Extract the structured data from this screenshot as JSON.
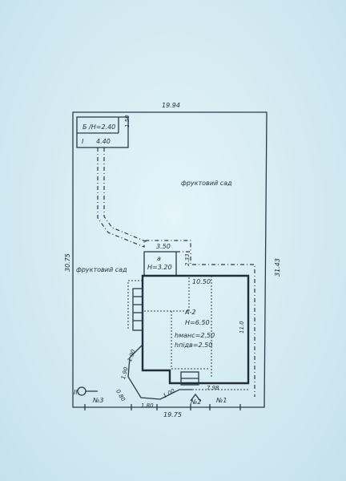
{
  "plan": {
    "dims": {
      "top_width": "19.94",
      "left_height": "30.75",
      "right_height": "31.43",
      "bottom_width": "19.75",
      "shed_b_height": "1.50",
      "shed_b_width": "4.40",
      "entry_width": "3.50",
      "entry_depth": "2.33",
      "house_width": "10.50",
      "house_depth": "11.0",
      "fence_right": "7.98",
      "fence_diag_1": "1.90",
      "fence_diag_2": "1.90",
      "fence_diag_3": "1.80",
      "fence_bottom_1": "1.80",
      "fence_bottom_2": "1.00",
      "gate_small": "0.80"
    },
    "labels": {
      "shed_b": "Б /Н=2.40",
      "shed_b_roman": "I",
      "entry_a": "а",
      "entry_a_height": "Н=3.20",
      "house_a2": "А-2",
      "house_a2_height": "Н=6.50",
      "house_hmans": "hманс=2.50",
      "house_hpidv": "hпідв=2.50",
      "garden_top": "фруктовий сад",
      "garden_left": "фруктовий сад",
      "gate_1": "№1",
      "gate_2": "№2",
      "gate_3": "№3",
      "well_roman": "II"
    }
  }
}
